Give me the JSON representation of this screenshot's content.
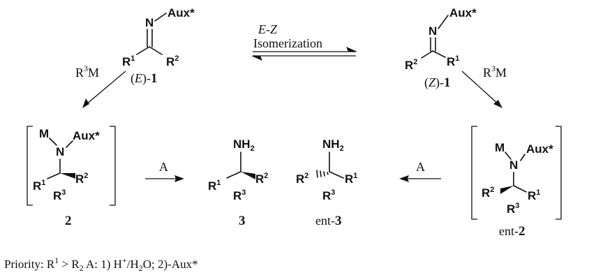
{
  "molecules": {
    "e1": {
      "aux": "Aux*",
      "n": "N",
      "r1": "R",
      "r1_sup": "1",
      "r2": "R",
      "r2_sup": "2",
      "label_open": "(",
      "label_letter": "E",
      "label_close": ")-",
      "label_num": "1"
    },
    "z1": {
      "aux": "Aux*",
      "n": "N",
      "r2": "R",
      "r2_sup": "2",
      "r1": "R",
      "r1_sup": "1",
      "label_open": "(",
      "label_letter": "Z",
      "label_close": ")-",
      "label_num": "1"
    },
    "c2": {
      "m": "M",
      "n": "N",
      "aux": "Aux*",
      "r1": "R",
      "r1_sup": "1",
      "r2": "R",
      "r2_sup": "2",
      "r3": "R",
      "r3_sup": "3",
      "label": "2"
    },
    "c3": {
      "nh2": "NH",
      "nh2_sub": "2",
      "r1": "R",
      "r1_sup": "1",
      "r2": "R",
      "r2_sup": "2",
      "r3": "R",
      "r3_sup": "3",
      "label": "3"
    },
    "ent3": {
      "nh2": "NH",
      "nh2_sub": "2",
      "r2": "R",
      "r2_sup": "2",
      "r1": "R",
      "r1_sup": "1",
      "r3": "R",
      "r3_sup": "3",
      "label_prefix": "ent-",
      "label_num": "3"
    },
    "ent2": {
      "m": "M",
      "n": "N",
      "aux": "Aux*",
      "r2": "R",
      "r2_sup": "2",
      "r1": "R",
      "r1_sup": "1",
      "r3": "R",
      "r3_sup": "3",
      "label_prefix": "ent-",
      "label_num": "2"
    }
  },
  "arrows": {
    "isomerization_line1_a": "E",
    "isomerization_line1_dash": "-",
    "isomerization_line1_b": "Z",
    "isomerization_line2": "Isomerization",
    "left_reagent": "R",
    "left_reagent_sup": "3",
    "left_reagent_tail": "M",
    "right_reagent": "R",
    "right_reagent_sup": "3",
    "right_reagent_tail": "M",
    "step_a_left": "A",
    "step_a_right": "A"
  },
  "footnote": {
    "priority_label": "Priority: R",
    "priority_sup1": "1",
    "priority_gt": " > R",
    "priority_sup2": "2",
    "conditions": "   A: 1) H",
    "h_sup": "+",
    "slash": "/H",
    "h2_sub": "2",
    "tail": "O; 2)-Aux*"
  }
}
